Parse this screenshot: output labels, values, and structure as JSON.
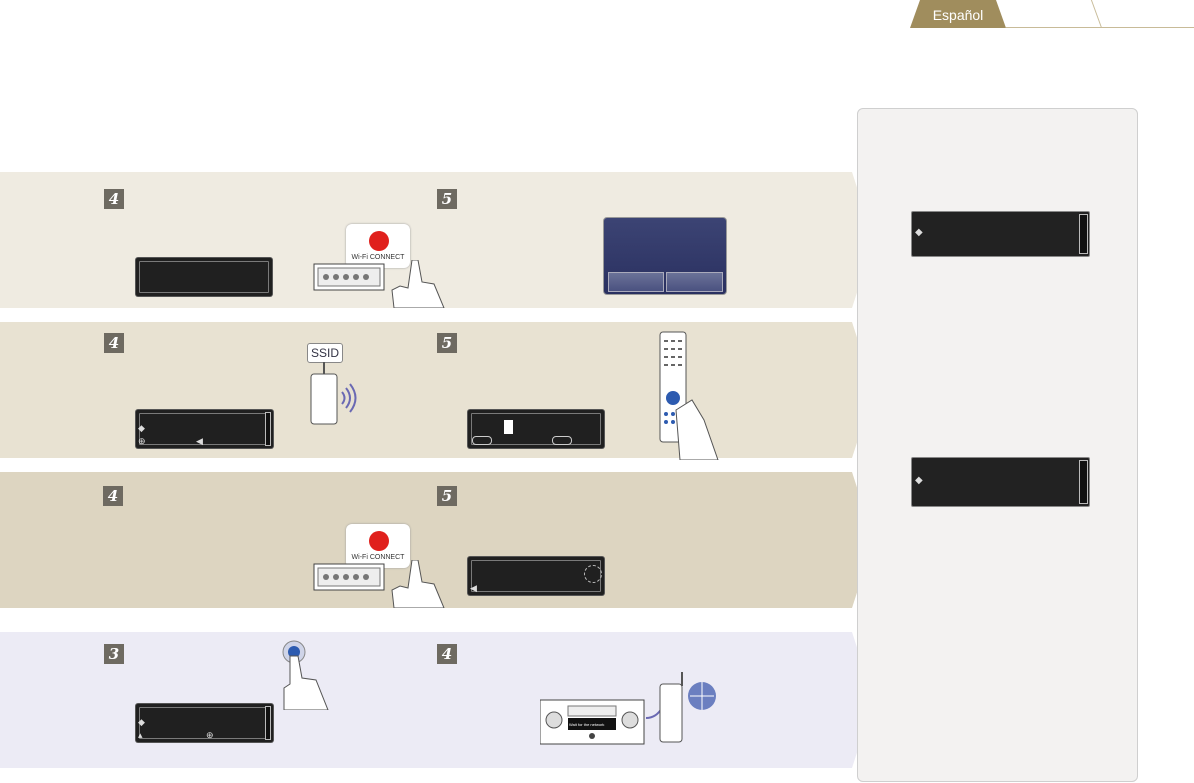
{
  "language_tab": {
    "active_label": "Español"
  },
  "bands": [
    {
      "color": "#efebe1",
      "steps": [
        "4",
        "5"
      ],
      "wifi_button_label": "Wi-Fi CONNECT"
    },
    {
      "color": "#e8e2d2",
      "steps": [
        "4",
        "5"
      ],
      "ssid_label": "SSID"
    },
    {
      "color": "#ddd5c1",
      "steps": [
        "4",
        "5"
      ],
      "wifi_button_label": "Wi-Fi CONNECT"
    },
    {
      "color": "#ecebf5",
      "steps": [
        "3",
        "4"
      ],
      "device_screen_line": "Wait for the network"
    }
  ],
  "colors": {
    "step_box": "#6e6a61",
    "accent_red": "#e0201c",
    "tab": "#a08d5d"
  }
}
